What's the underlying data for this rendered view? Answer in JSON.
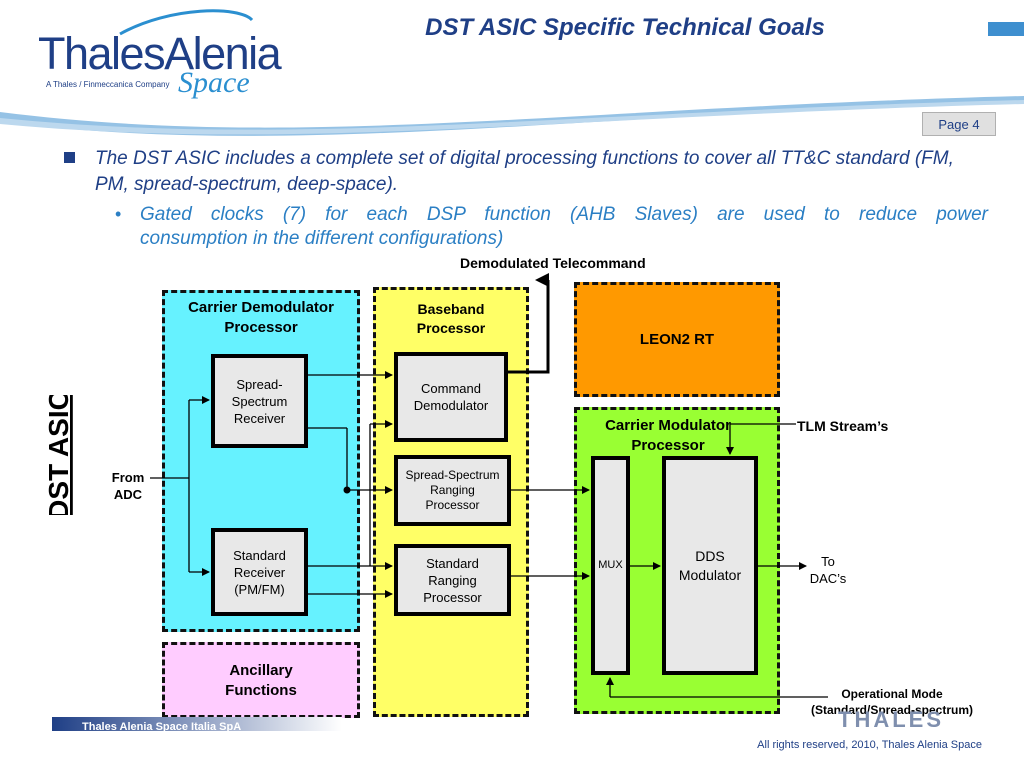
{
  "header": {
    "logo_main": "ThalesAlenia",
    "logo_sub": "A Thales / Finmeccanica Company",
    "logo_space": "Space",
    "title": "DST ASIC Specific Technical Goals",
    "page_label": "Page 4"
  },
  "bullets": {
    "level1": "The DST ASIC includes a complete set of digital processing functions to cover all TT&C standard (FM, PM, spread-spectrum, deep-space).",
    "level2_line1": "Gated clocks (7) for each DSP function (AHB Slaves) are used to reduce power",
    "level2_line2": "consumption in the different configurations)"
  },
  "diagram": {
    "side_title": "DST ASIC",
    "from_adc": [
      "From",
      "ADC"
    ],
    "demod_tc": "Demodulated Telecommand",
    "carrier_demod": [
      "Carrier  Demodulator",
      "Processor"
    ],
    "spread_rx": [
      "Spread-",
      "Spectrum",
      "Receiver"
    ],
    "std_rx": [
      "Standard",
      "Receiver",
      "(PM/FM)"
    ],
    "baseband": [
      "Baseband",
      "Processor"
    ],
    "cmd_demod": [
      "Command",
      "Demodulator"
    ],
    "ss_ranging": [
      "Spread-Spectrum",
      "Ranging",
      "Processor"
    ],
    "std_ranging": [
      "Standard",
      "Ranging",
      "Processor"
    ],
    "leon": "LEON2 RT",
    "carrier_mod": [
      "Carrier Modulator",
      "Processor"
    ],
    "tlm": "TLM Stream’s",
    "mux": "MUX",
    "dds": [
      "DDS",
      "Modulator"
    ],
    "to_dac": [
      "To",
      "DAC’s"
    ],
    "ancillary": [
      "Ancillary",
      "Functions"
    ],
    "op_mode": [
      "Operational Mode",
      "(Standard/Spread-spectrum)"
    ]
  },
  "footer": {
    "company": "Thales Alenia Space Italia SpA",
    "rights": "All rights reserved, 2010, Thales Alenia Space",
    "thales": "THALES"
  },
  "colors": {
    "brand_blue": "#1f3f86",
    "accent_blue": "#2b7fc4",
    "cyan_region": "#66f2ff",
    "yellow_region": "#ffff66",
    "orange_region": "#ff9900",
    "green_region": "#99ff33",
    "pink_region": "#ffccff"
  }
}
